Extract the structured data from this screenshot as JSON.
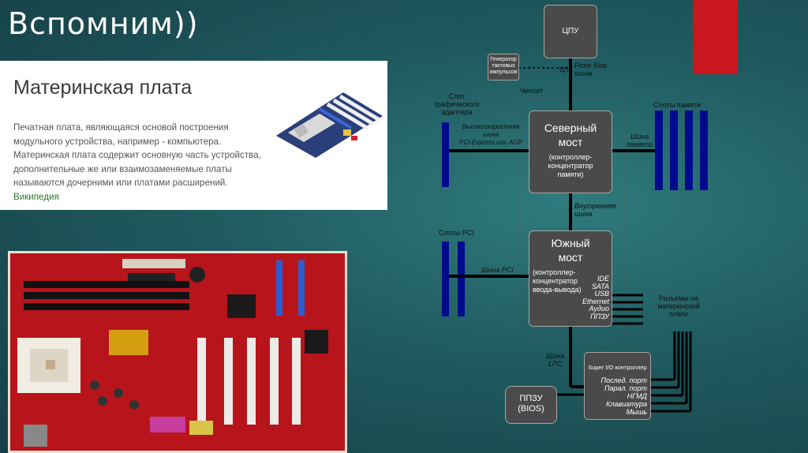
{
  "slide": {
    "title": "Вспомним))"
  },
  "wiki": {
    "heading": "Материнская плата",
    "text": "Печатная плата, являющаяся основой построения модульного устройства, например - компьютера. Материнская плата содержит основную часть устройства, дополнительные же или взаимозаменяемые платы называются дочерними или платами расширений.",
    "link": "Википедия"
  },
  "diagram": {
    "cpu": "ЦПУ",
    "clock_gen": [
      "Генератор",
      "тактовых",
      "импульсов"
    ],
    "cpu_label": "ЦПУ",
    "fsb": [
      "Front Side",
      "шина"
    ],
    "chipset": "Чипсет",
    "gfx_slot": [
      "Слот",
      "графического",
      "адаптера"
    ],
    "agp_bus": [
      "Высокоскоростная",
      "шина",
      "PCI-Express или AGP"
    ],
    "north": [
      "Северный",
      "мост"
    ],
    "north_sub": [
      "(контроллер-",
      "концентратор",
      "памяти)"
    ],
    "mem_slots": "Слоты памяти",
    "mem_bus": [
      "Шина",
      "памяти"
    ],
    "internal_bus": [
      "Внутренняя",
      "шина"
    ],
    "pci_slots": "Слоты PCI",
    "pci_bus": "Шина PCI",
    "south": [
      "Южный",
      "мост"
    ],
    "south_sub": [
      "(контроллер-",
      "концентратор",
      "ввода-вывода)"
    ],
    "south_ports": [
      "IDE",
      "SATA",
      "USB",
      "Ethernet",
      "Аудио",
      "ППЗУ"
    ],
    "connectors": [
      "Разъёмы на",
      "материнской",
      "плате"
    ],
    "lpc_bus": [
      "Шина",
      "LPC"
    ],
    "rom": [
      "ППЗУ",
      "(BIOS)"
    ],
    "superio_title": "Super I/O контроллер",
    "superio_items": [
      "Послед. порт",
      "Парал. порт",
      "НГМД",
      "Клавиатура",
      "Мышь"
    ]
  }
}
